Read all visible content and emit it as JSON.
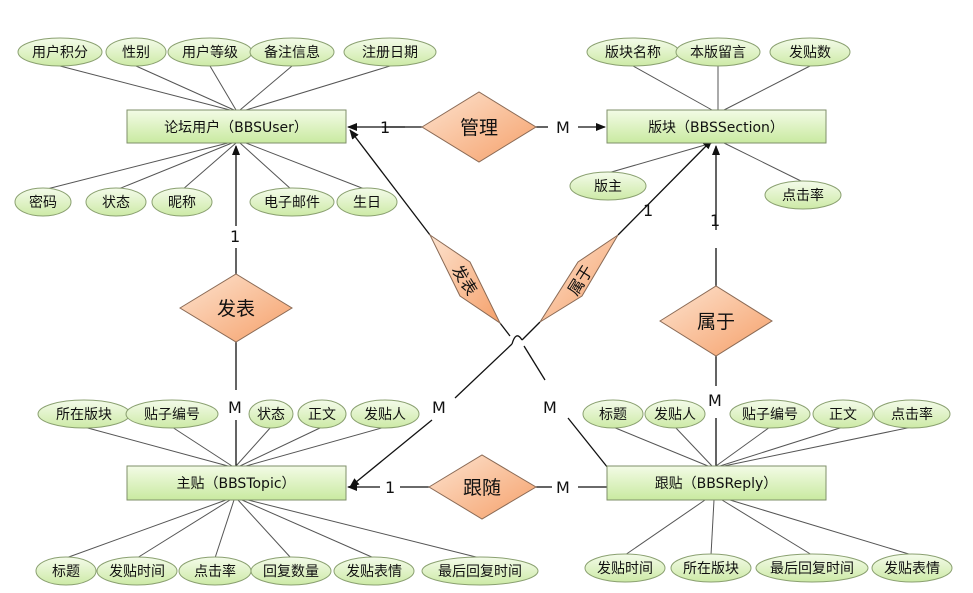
{
  "entities": {
    "user": "论坛用户（BBSUser）",
    "section": "版块（BBSSection）",
    "topic": "主贴（BBSTopic）",
    "reply": "跟贴（BBSReply）"
  },
  "relationships": {
    "manage": "管理",
    "user_topic": "发表",
    "user_reply": "发表",
    "topic_section": "属于",
    "reply_section": "属于",
    "follow": "跟随"
  },
  "attributes": {
    "user_top": [
      "用户积分",
      "性别",
      "用户等级",
      "备注信息",
      "注册日期"
    ],
    "user_bottom": [
      "密码",
      "状态",
      "昵称",
      "电子邮件",
      "生日"
    ],
    "section_top": [
      "版块名称",
      "本版留言",
      "发贴数"
    ],
    "section_bottom": [
      "版主",
      "点击率"
    ],
    "topic_top": [
      "所在版块",
      "贴子编号",
      "状态",
      "正文",
      "发贴人"
    ],
    "topic_bottom": [
      "标题",
      "发贴时间",
      "点击率",
      "回复数量",
      "发贴表情",
      "最后回复时间"
    ],
    "reply_top": [
      "标题",
      "发贴人",
      "贴子编号",
      "正文",
      "点击率"
    ],
    "reply_bottom": [
      "发贴时间",
      "所在版块",
      "最后回复时间",
      "发贴表情"
    ]
  },
  "cardinalities": {
    "manage_user": "1",
    "manage_section": "M",
    "post_user": "1",
    "post_topic": "M",
    "follow_topic": "1",
    "follow_reply": "M",
    "belong_reply_section": "1",
    "belong_reply_reply": "M",
    "belong_topic_section": "1",
    "belong_topic_topic": "M",
    "post_reply_reply": "M"
  },
  "colors": {
    "entity_fill_top": "#f3fbe6",
    "entity_fill_bottom": "#c9eaa0",
    "diamond_fill_top": "#fde3cf",
    "diamond_fill_bottom": "#f5a06a",
    "attr_fill_top": "#f4fbea",
    "attr_fill_bottom": "#cdeaa6",
    "line": "#555555"
  }
}
